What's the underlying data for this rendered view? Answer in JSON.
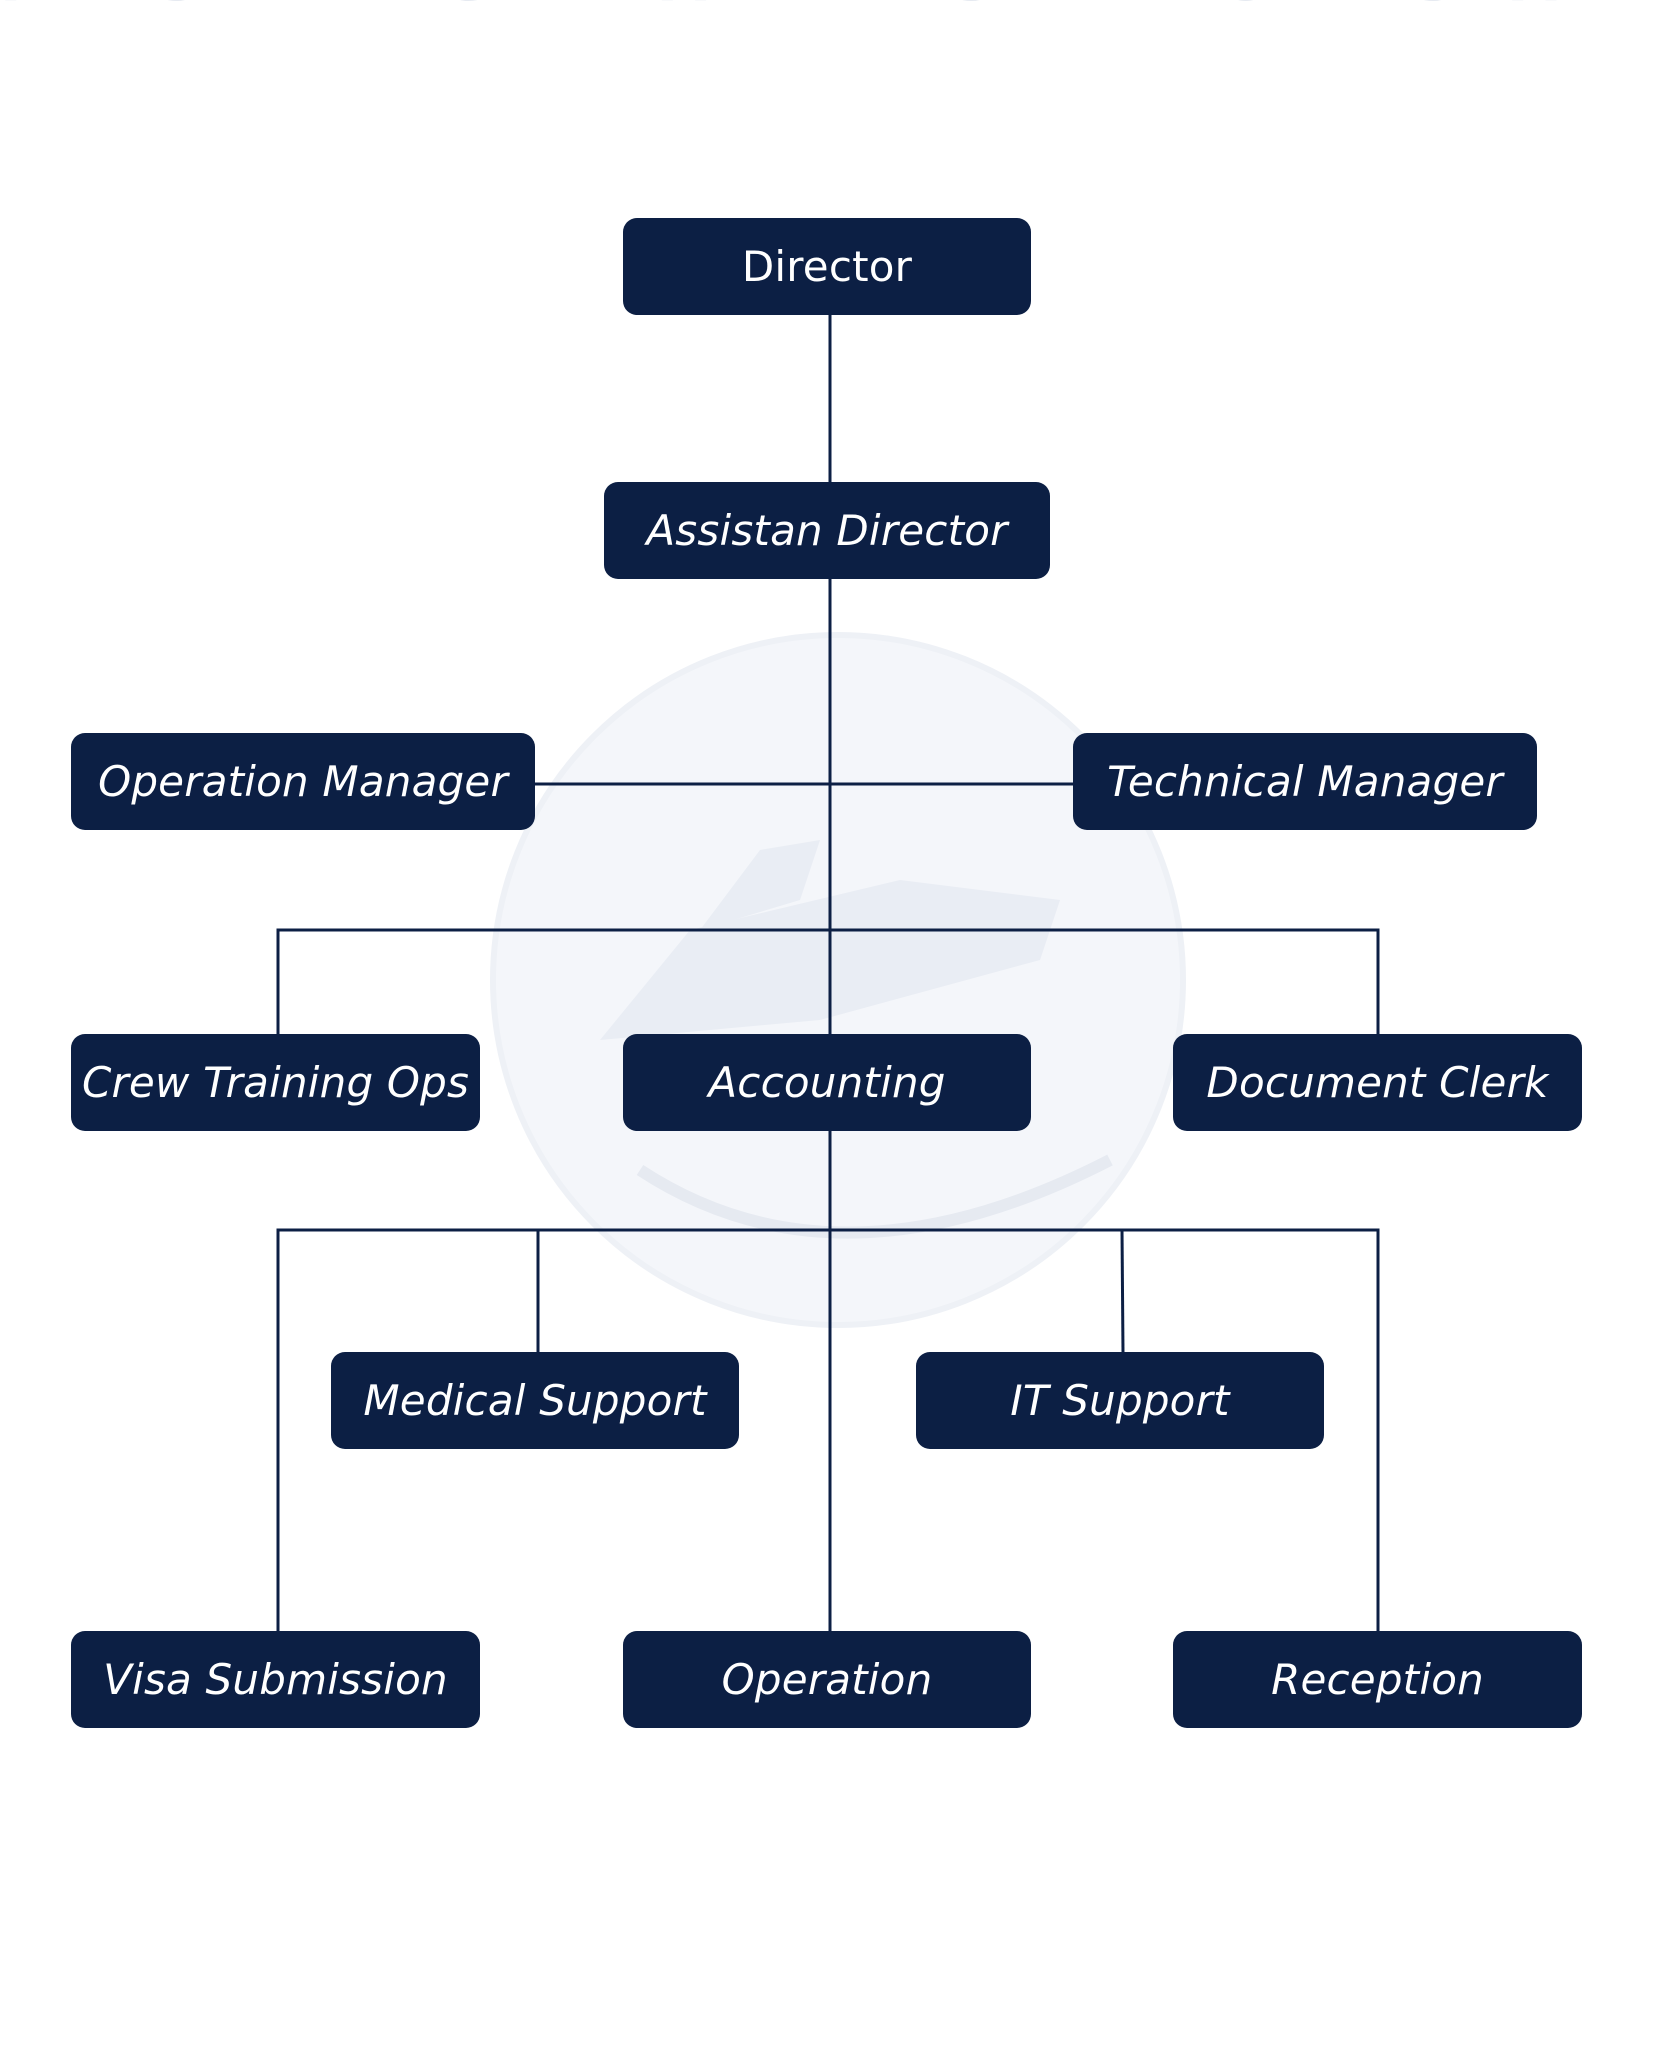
{
  "colors": {
    "node_fill": "#0c1f44",
    "node_text": "#ffffff",
    "connector": "#0c1f44",
    "watermark": "#e9edf4",
    "background": "#ffffff"
  },
  "watermark": {
    "icon": "ship-seal-icon",
    "text": "PT SINERGI MARINES INDONESIA"
  },
  "nodes": {
    "director": "Director",
    "assistant_director": "Assistan Director",
    "operation_manager": "Operation Manager",
    "technical_manager": "Technical Manager",
    "crew_training_ops": "Crew Training Ops",
    "accounting": "Accounting",
    "document_clerk": "Document Clerk",
    "medical_support": "Medical Support",
    "it_support": "IT Support",
    "visa_submission": "Visa Submission",
    "operation": "Operation",
    "reception": "Reception"
  }
}
